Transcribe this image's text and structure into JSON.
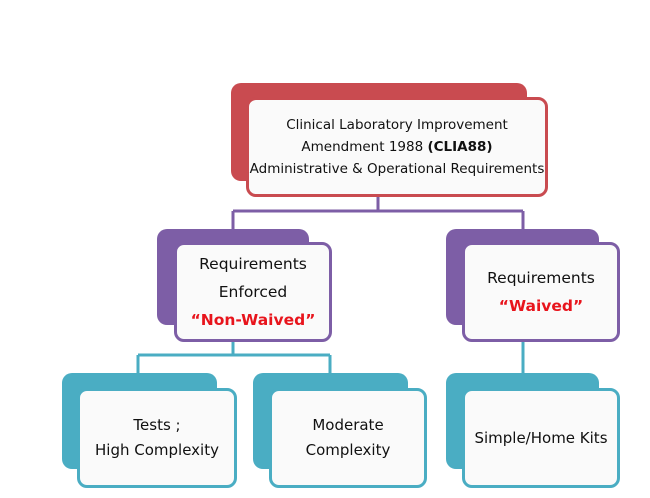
{
  "colors": {
    "red": "#c94b50",
    "purple": "#7d5ea6",
    "teal": "#4aadc3",
    "emphasis": "#e8141c"
  },
  "root": {
    "line1": "Clinical Laboratory Improvement",
    "line2_prefix": "Amendment 1988 ",
    "line2_bold": "(CLIA88)",
    "line3": "Administrative & Operational Requirements"
  },
  "nonwaived": {
    "line1": "Requirements",
    "line2": "Enforced",
    "line3": "“Non-Waived”"
  },
  "waived": {
    "line1": "Requirements",
    "line2": "“Waived”"
  },
  "leaves": {
    "high": {
      "line1": "Tests ;",
      "line2": "High Complexity"
    },
    "moderate": {
      "line1": "Moderate",
      "line2": "Complexity"
    },
    "simple": {
      "line1": "Simple/Home Kits"
    }
  }
}
